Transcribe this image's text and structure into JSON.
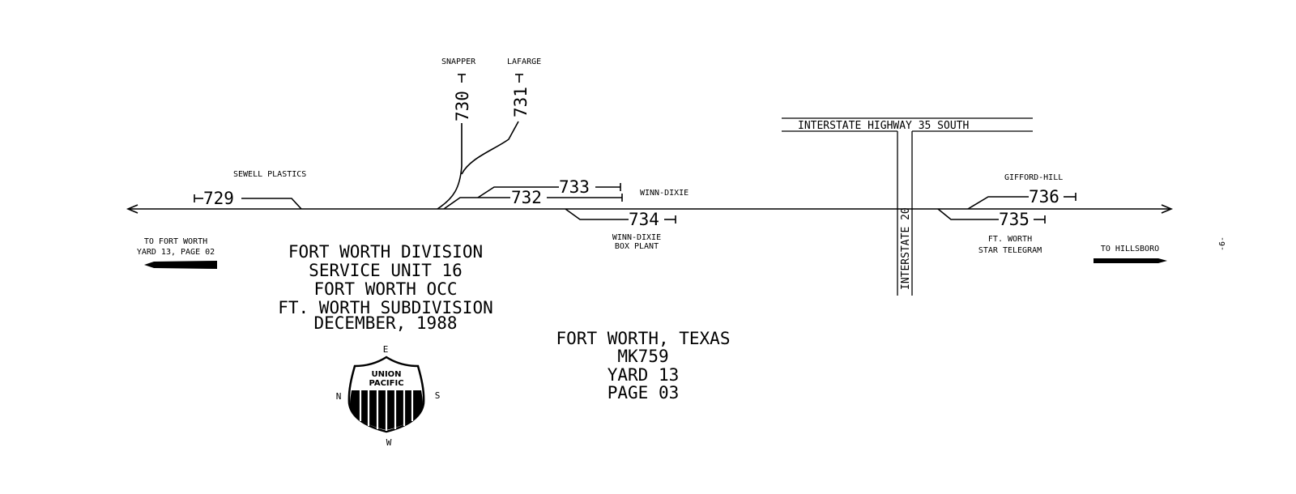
{
  "labels": {
    "snapper": "SNAPPER",
    "lafarge": "LAFARGE",
    "sewell_plastics": "SEWELL PLASTICS",
    "winn_dixie": "WINN-DIXIE",
    "winn_dixie_box_plant_line1": "WINN-DIXIE",
    "winn_dixie_box_plant_line2": "BOX PLANT",
    "gifford_hill": "GIFFORD-HILL",
    "ft_worth_star_telegram_line1": "FT. WORTH",
    "ft_worth_star_telegram_line2": "STAR TELEGRAM",
    "to_fort_worth_line1": "TO FORT WORTH",
    "to_fort_worth_line2": "YARD 13, PAGE 02",
    "to_hillsboro": "TO HILLSBORO",
    "interstate_35": "INTERSTATE HIGHWAY 35 SOUTH",
    "interstate_20": "INTERSTATE 20",
    "page_marker": "-6-"
  },
  "tracks": {
    "t729": "729",
    "t730": "730",
    "t731": "731",
    "t732": "732",
    "t733": "733",
    "t734": "734",
    "t735": "735",
    "t736": "736"
  },
  "title_block": {
    "line1": "FORT WORTH DIVISION",
    "line2": "SERVICE UNIT 16",
    "line3": "FORT WORTH OCC",
    "line4": "FT. WORTH SUBDIVISION",
    "line5": "DECEMBER, 1988"
  },
  "location_block": {
    "line1": "FORT WORTH, TEXAS",
    "line2": "MK759",
    "line3": "YARD 13",
    "line4": "PAGE 03"
  },
  "compass": {
    "east": "E",
    "north": "N",
    "south": "S",
    "west": "W"
  },
  "logo": {
    "line1": "UNION",
    "line2": "PACIFIC"
  }
}
